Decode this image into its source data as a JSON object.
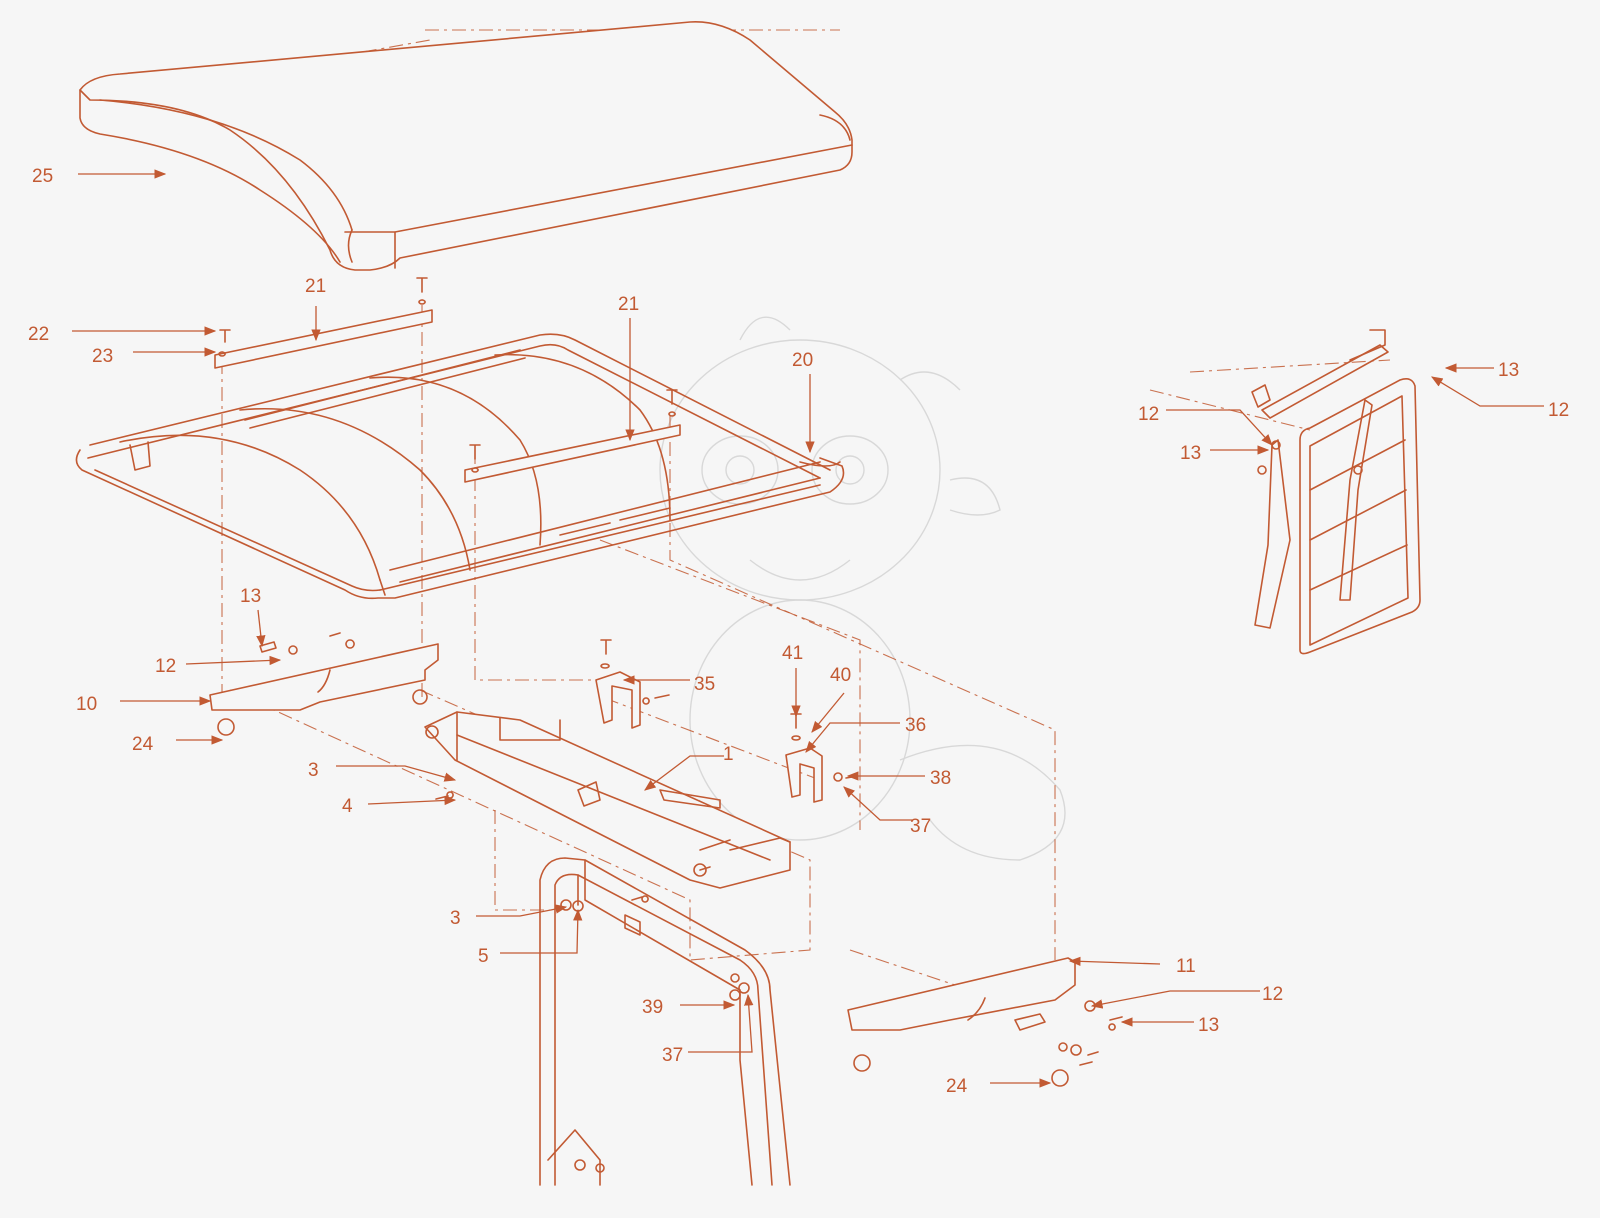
{
  "colors": {
    "ink": "#c25a33",
    "background": "#f6f6f6",
    "watermark": "#d8d8d8"
  },
  "callouts": [
    {
      "id": "25",
      "text": "25"
    },
    {
      "id": "21a",
      "text": "21"
    },
    {
      "id": "22",
      "text": "22"
    },
    {
      "id": "23",
      "text": "23"
    },
    {
      "id": "21b",
      "text": "21"
    },
    {
      "id": "20",
      "text": "20"
    },
    {
      "id": "13a",
      "text": "13"
    },
    {
      "id": "12a",
      "text": "12"
    },
    {
      "id": "10",
      "text": "10"
    },
    {
      "id": "24a",
      "text": "24"
    },
    {
      "id": "35",
      "text": "35"
    },
    {
      "id": "41",
      "text": "41"
    },
    {
      "id": "40",
      "text": "40"
    },
    {
      "id": "36",
      "text": "36"
    },
    {
      "id": "1",
      "text": "1"
    },
    {
      "id": "3a",
      "text": "3"
    },
    {
      "id": "4",
      "text": "4"
    },
    {
      "id": "38",
      "text": "38"
    },
    {
      "id": "37a",
      "text": "37"
    },
    {
      "id": "3b",
      "text": "3"
    },
    {
      "id": "5",
      "text": "5"
    },
    {
      "id": "11",
      "text": "11"
    },
    {
      "id": "39",
      "text": "39"
    },
    {
      "id": "12b",
      "text": "12"
    },
    {
      "id": "13b",
      "text": "13"
    },
    {
      "id": "37b",
      "text": "37"
    },
    {
      "id": "24b",
      "text": "24"
    },
    {
      "id": "13c",
      "text": "13"
    },
    {
      "id": "12c",
      "text": "12"
    },
    {
      "id": "12d",
      "text": "12"
    },
    {
      "id": "13d",
      "text": "13"
    }
  ]
}
